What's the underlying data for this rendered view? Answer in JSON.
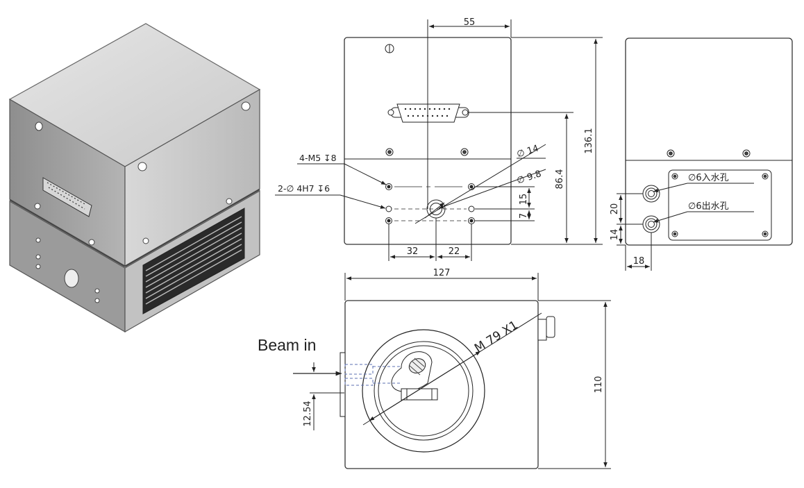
{
  "labels": {
    "front_width": "55",
    "front_height": "136.1",
    "connector_height": "86.4",
    "m5_holes": "4-M5 ↧8",
    "pin_holes": "2-∅ 4H7 ↧6",
    "d14": "∅ 14",
    "d98": "∅ 9.8",
    "dim15": "15",
    "dim7": "7",
    "dim32": "32",
    "dim22": "22",
    "water_in": "∅6入水孔",
    "water_out": "∅6出水孔",
    "dim20": "20",
    "dim14": "14",
    "dim18": "18",
    "top_width": "127",
    "top_height": "110",
    "thread": "M 79  X1",
    "beam_in": "Beam in",
    "beam_offset": "12.54"
  }
}
